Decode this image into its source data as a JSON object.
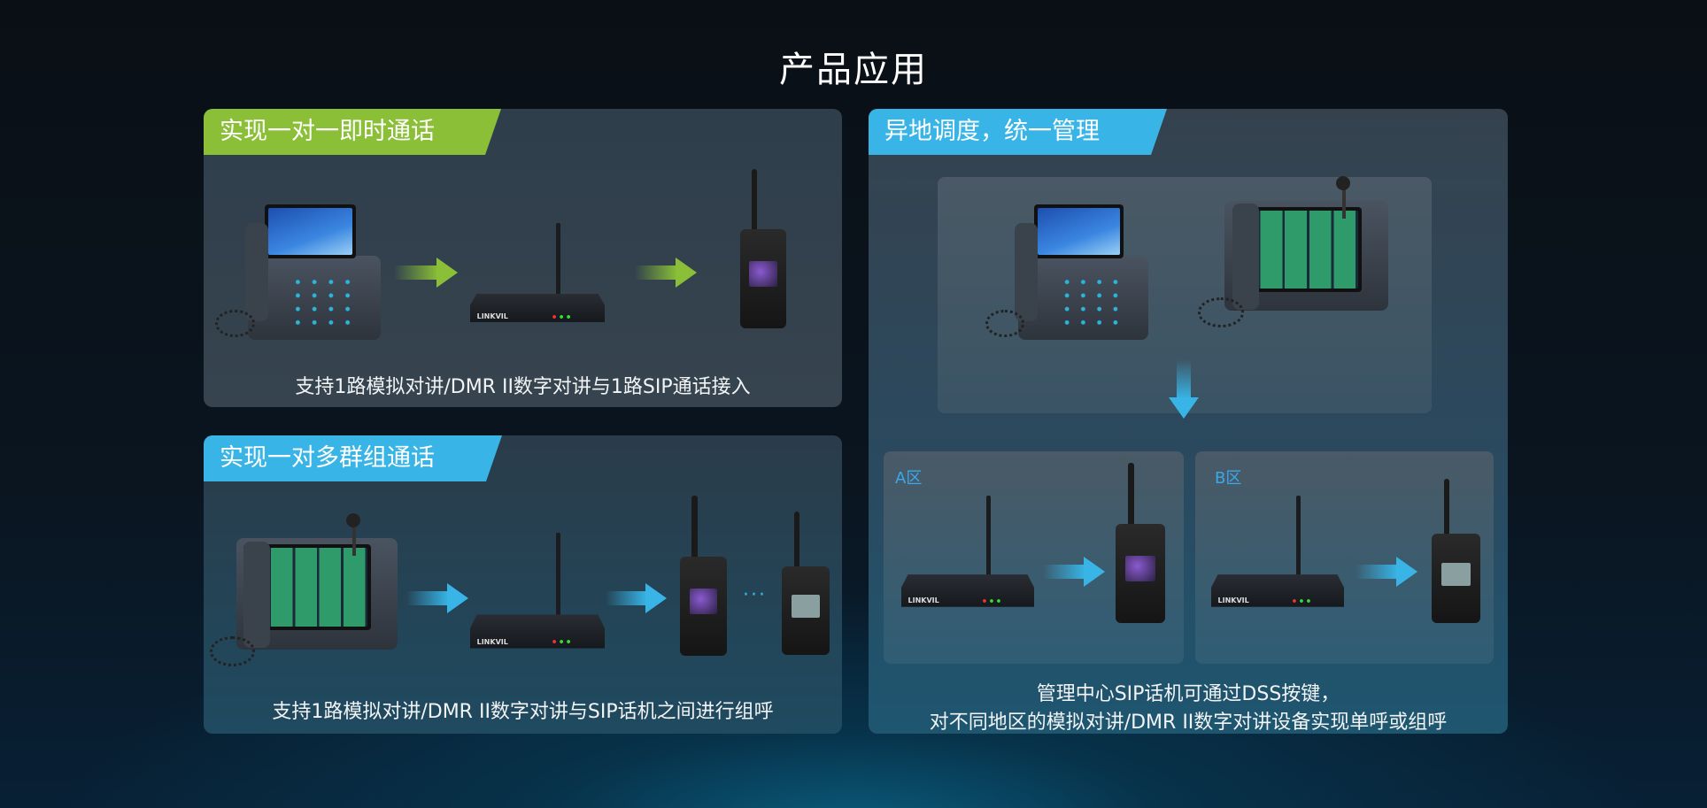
{
  "page": {
    "title": "产品应用"
  },
  "cards": [
    {
      "tag": "实现一对一即时通话",
      "tag_color": "#8abf37",
      "caption": "支持1路模拟对讲/DMR II数字对讲与1路SIP通话接入"
    },
    {
      "tag": "实现一对多群组通话",
      "tag_color": "#38b5e6",
      "caption": "支持1路模拟对讲/DMR II数字对讲与SIP话机之间进行组呼",
      "dots": "···"
    },
    {
      "tag": "异地调度，统一管理",
      "tag_color": "#38b5e6",
      "zone_a": "A区",
      "zone_b": "B区",
      "caption_line1": "管理中心SIP话机可通过DSS按键，",
      "caption_line2": "对不同地区的模拟对讲/DMR II数字对讲设备实现单呼或组呼"
    }
  ],
  "devices": {
    "gateway_brand": "LINKVIL"
  }
}
